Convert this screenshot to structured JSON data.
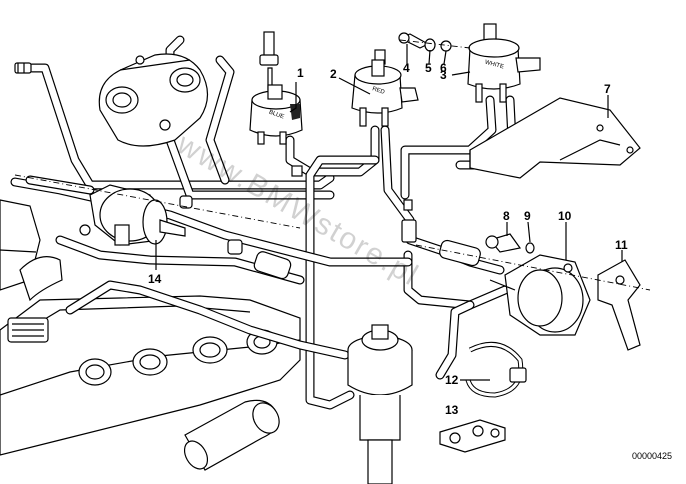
{
  "diagram": {
    "callouts": [
      {
        "id": "c1",
        "label": "1"
      },
      {
        "id": "c2",
        "label": "2"
      },
      {
        "id": "c3",
        "label": "3"
      },
      {
        "id": "c4",
        "label": "4"
      },
      {
        "id": "c5",
        "label": "5"
      },
      {
        "id": "c6",
        "label": "6"
      },
      {
        "id": "c7",
        "label": "7"
      },
      {
        "id": "c8",
        "label": "8"
      },
      {
        "id": "c9",
        "label": "9"
      },
      {
        "id": "c10",
        "label": "10"
      },
      {
        "id": "c11",
        "label": "11"
      },
      {
        "id": "c12",
        "label": "12"
      },
      {
        "id": "c13",
        "label": "13"
      },
      {
        "id": "c14",
        "label": "14"
      }
    ],
    "valve_tags": {
      "blue": "BLUE",
      "red": "RED",
      "white": "WHITE"
    },
    "watermark": "www.BMWstore.pl",
    "reference_number": "00000425"
  }
}
